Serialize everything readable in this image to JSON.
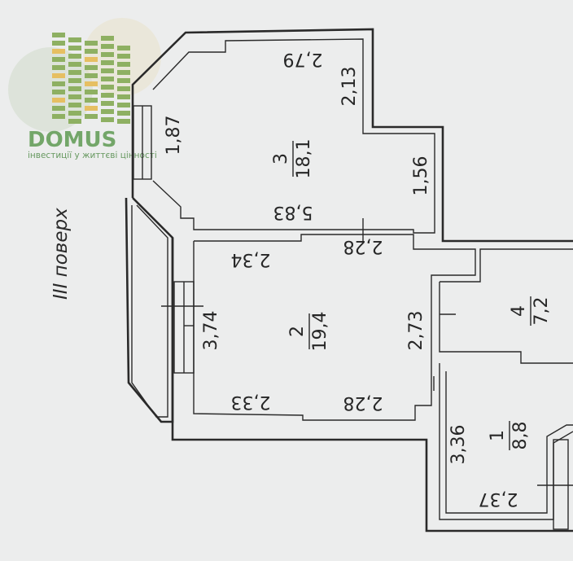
{
  "logo": {
    "name": "DOMUS",
    "tagline": "інвестиції у життєві цінності",
    "colors": {
      "text": "#5f9a53",
      "tagline": "#4f8a47",
      "building_green": "#7ea64a",
      "building_yellow": "#e6b84a"
    }
  },
  "floor_label": "III поверх",
  "rooms": [
    {
      "number": "3",
      "area": "18,1"
    },
    {
      "number": "2",
      "area": "19,4"
    },
    {
      "number": "4",
      "area": "7,2"
    },
    {
      "number": "1",
      "area": "8,8"
    }
  ],
  "dimensions": {
    "room3_top": "2,79",
    "room3_right_upper": "2,13",
    "room3_left": "1,87",
    "room3_right_lower": "1,56",
    "room3_bottom": "5,83",
    "room2_top_right": "2,28",
    "room2_top_left": "2,34",
    "room2_left": "3,74",
    "room2_right": "2,73",
    "room2_bottom_left": "2,33",
    "room2_bottom_right": "2,28",
    "room1_left": "3,36",
    "room1_bottom": "2,37"
  }
}
